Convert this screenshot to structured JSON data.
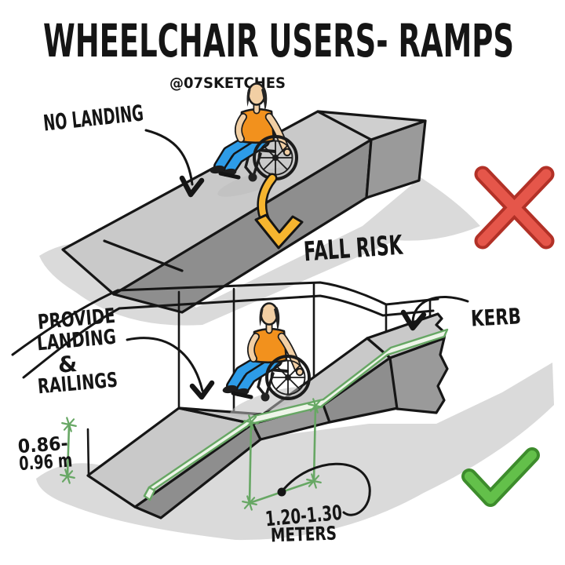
{
  "header": {
    "title": "WHEELCHAIR USERS- RAMPS",
    "handle": "@07SKETCHES"
  },
  "bad": {
    "no_landing": "NO LANDING",
    "fall_risk": "FALL RISK",
    "verdict_icon": "red-cross",
    "warning_icon": "orange-fall-arrow"
  },
  "good": {
    "provide1": "PROVIDE",
    "provide2": "LANDING",
    "provide3": "&",
    "provide4": "RAILINGS",
    "kerb": "KERB",
    "rail_height1": "0.86-",
    "rail_height2": "0.96 m",
    "landing_len1": "1.20-1.30",
    "landing_len2": "METERS",
    "verdict_icon": "green-check"
  },
  "colors": {
    "surface_gray": "#c9c9c9",
    "side_gray": "#8e8e8e",
    "side_gray2": "#9a9a9a",
    "shadow_gray": "#dadada",
    "skin": "#f2cfa4",
    "shirt_orange": "#f2911d",
    "jeans_blue": "#2d9ce8",
    "fall_orange": "#f6b52f",
    "cross_red": "#e5564a",
    "cross_red_dark": "#b23127",
    "check_green": "#63c04a",
    "check_green_dark": "#3d8c2c",
    "kerb_green": "#67a764",
    "kerb_fill": "#eef5e9"
  }
}
